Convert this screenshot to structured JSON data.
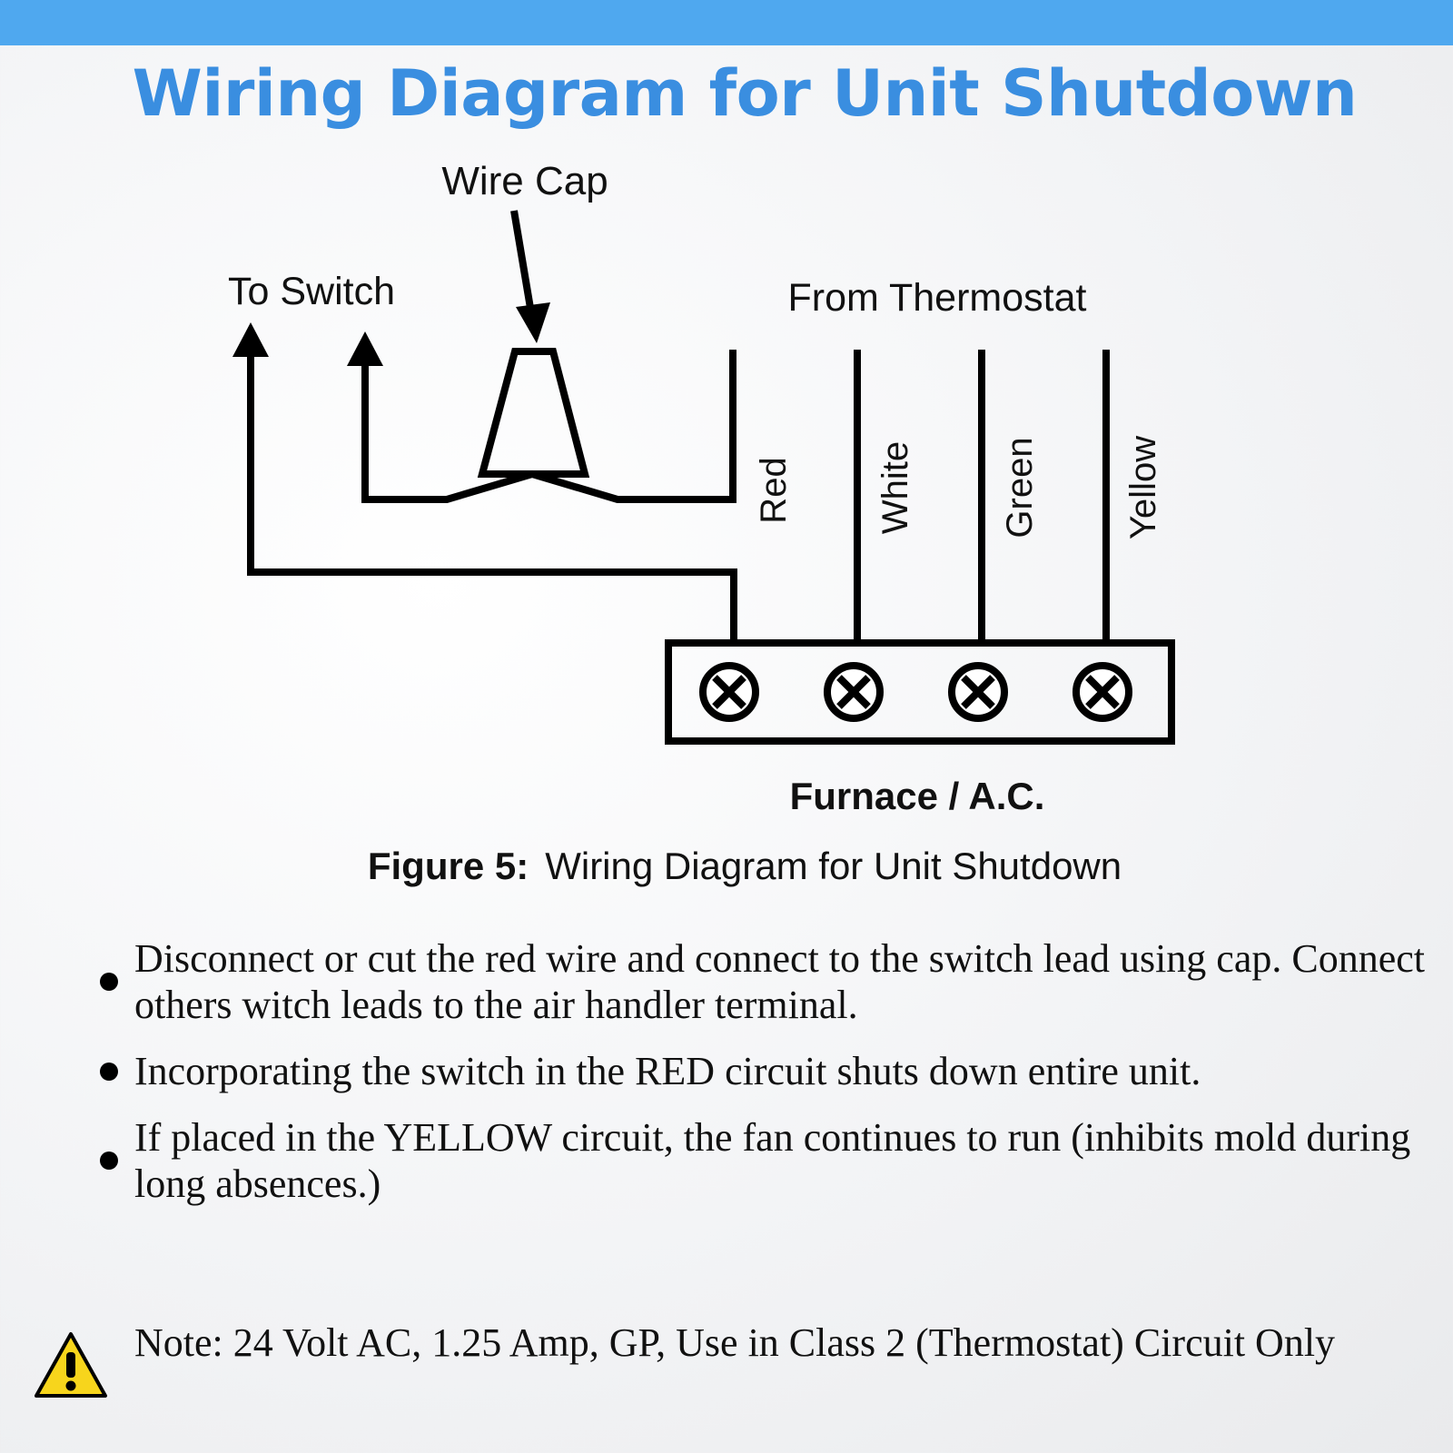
{
  "title": "Wiring Diagram for Unit Shutdown",
  "diagram": {
    "wire_cap_label": "Wire Cap",
    "to_switch_label": "To Switch",
    "from_thermostat_label": "From Thermostat",
    "wires": [
      "Red",
      "White",
      "Green",
      "Yellow"
    ],
    "unit_label": "Furnace / A.C."
  },
  "caption": {
    "prefix": "Figure 5:",
    "text": "Wiring Diagram for Unit Shutdown"
  },
  "bullets": [
    "Disconnect or cut the red wire and connect to the switch lead using cap. Connect others witch leads to the air handler terminal.",
    "Incorporating the switch in the RED circuit shuts down entire unit.",
    "If placed in the YELLOW circuit, the fan continues to run (inhibits mold during long absences.)"
  ],
  "note": "Note: 24 Volt AC, 1.25 Amp, GP, Use in Class 2 (Thermostat) Circuit Only",
  "colors": {
    "title": "#3a8ee0",
    "top_bar": "#4fa8ef",
    "warning": "#f7d51c"
  },
  "icons": {
    "warning": "warning-triangle-icon",
    "terminal": "terminal-screw-icon"
  }
}
